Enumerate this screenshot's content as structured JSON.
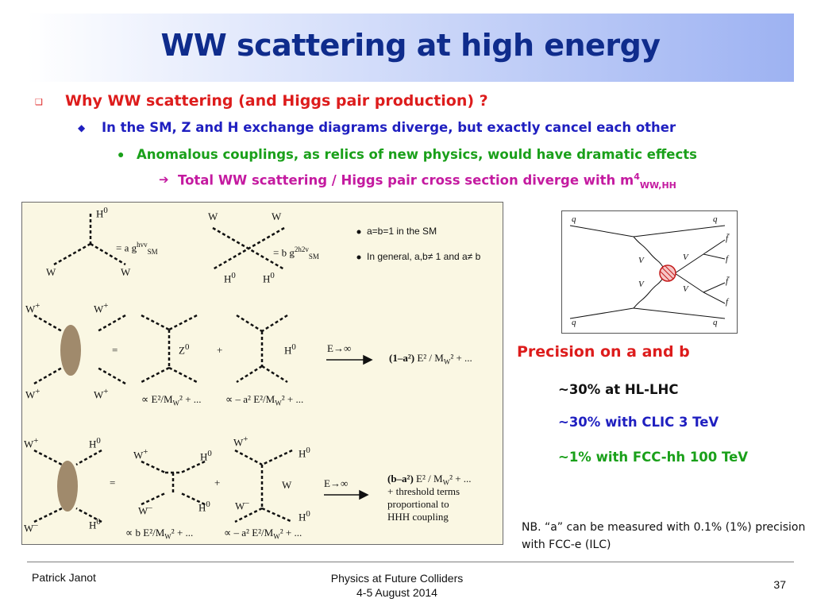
{
  "title": "WW scattering at high energy",
  "bullets": {
    "b1": "Why WW scattering (and Higgs pair production) ?",
    "b2": "In the SM, Z and H exchange diagrams diverge, but exactly cancel each other",
    "b3": "Anomalous couplings, as relics of new physics, would have dramatic effects",
    "b4_main": "Total WW scattering / Higgs pair cross section diverge with m",
    "b4_sup": "4",
    "b4_sub": "WW,HH"
  },
  "figure": {
    "h0": "H",
    "w": "W",
    "sup0": "0",
    "supplus": "+",
    "supminus": "–",
    "coupling1_pre": "= a g",
    "coupling1_sup": "hvv",
    "coupling1_sub": "SM",
    "coupling2_pre": "= b g",
    "coupling2_sup": "2h2v",
    "coupling2_sub": "SM",
    "note1": "a=b=1 in the SM",
    "note2": "In general, a,b≠ 1 and a≠ b",
    "equals": "=",
    "plus": "+",
    "z0": "Z",
    "arrow_label": "E→∞",
    "row2_result_bold": "(1–a²)",
    "row2_result_rest": " E² / M",
    "row2_result_tail": "² + ...",
    "wsub": "W",
    "row2_prop1_a": "∝ E²/M",
    "row2_prop1_b": "² + ...",
    "row2_prop2_a": "∝ – a² E²/M",
    "row2_prop2_b": "² + ...",
    "row3_result_bold": "(b–a²)",
    "row3_result_rest": " E² / M",
    "row3_result_tail": "² + ...",
    "row3_line2": "+ threshold terms",
    "row3_line3": "proportional to",
    "row3_line4": "HHH coupling",
    "row3_prop1_a": "∝ b E²/M",
    "row3_prop1_b": "² + ...",
    "row3_prop2_a": "∝ – a² E²/M",
    "row3_prop2_b": "² + ..."
  },
  "feynman": {
    "q": "q",
    "V": "V",
    "f": "f",
    "fbar": "f̄"
  },
  "precision": {
    "heading": "Precision on a and b",
    "hl_lhc": "~30% at HL-LHC",
    "clic": "~30% with CLIC 3 TeV",
    "fcc": "~1% with FCC-hh 100 TeV"
  },
  "note": "NB. “a” can be measured with 0.1% (1%) precision with FCC-e (ILC)",
  "footer": {
    "author": "Patrick Janot",
    "conference": "Physics at Future Colliders",
    "date": "4-5 August 2014",
    "page": "37"
  },
  "colors": {
    "title": "#0f2c8c",
    "bullet1": "#dd1c1c",
    "bullet2": "#1f1fc0",
    "bullet3": "#1aa01a",
    "bullet4": "#c41aa0",
    "precision_heading": "#dd1c1c",
    "precision_hl": "#111111",
    "precision_clic": "#1f1fc0",
    "precision_fcc": "#1aa01a"
  }
}
